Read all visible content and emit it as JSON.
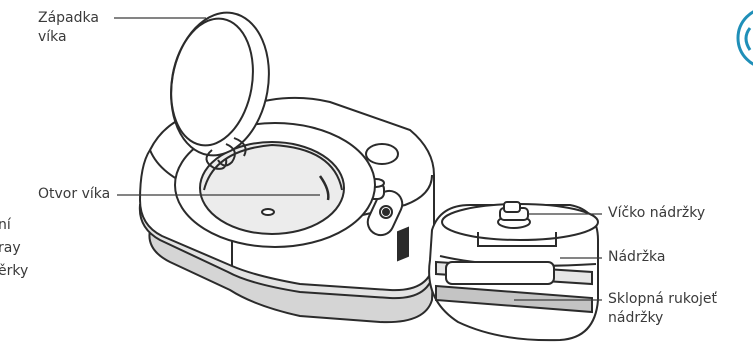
{
  "labels": {
    "lid_latch_line1": "Západka",
    "lid_latch_line2": "víka",
    "lid_opening": "Otvor víka",
    "tank_cap": "Víčko nádržky",
    "tank": "Nádržka",
    "tank_handle_line1": "Sklopná rukojeť",
    "tank_handle_line2": "nádržky",
    "cut_left_1": "ní",
    "cut_left_2": "ray",
    "cut_left_3": "ěrky"
  },
  "colors": {
    "line": "#2b2b2b",
    "leader": "#4a90a4",
    "body_fill": "#ffffff",
    "shade": "#d9d9d9",
    "dark_shade": "#bdbdbd"
  },
  "icons": [
    "circle-badge-icon"
  ]
}
